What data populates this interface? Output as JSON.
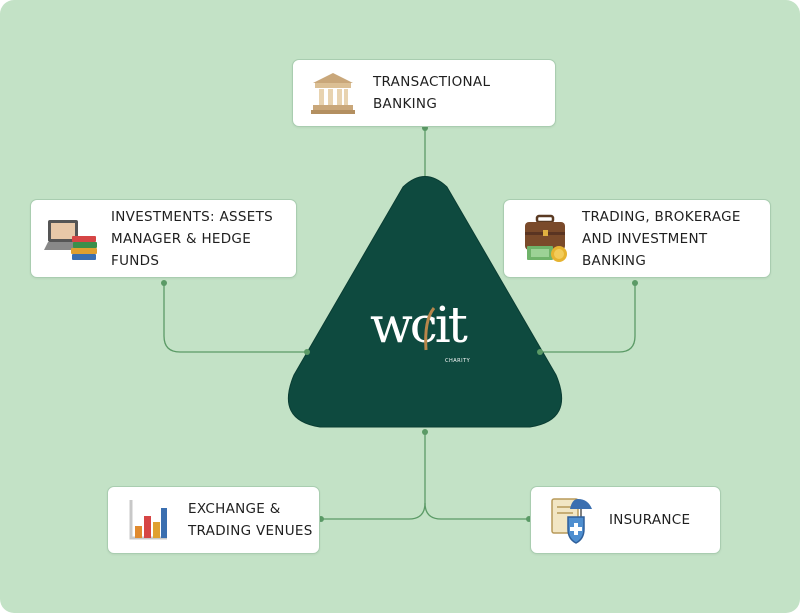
{
  "colors": {
    "background": "#c3e2c6",
    "triangle": "#0e4a3f",
    "connector": "#5b9a66",
    "logo_accent": "#b8864b"
  },
  "logo": {
    "text": "wcit",
    "subtext": "CHARITY"
  },
  "nodes": [
    {
      "id": "transactional",
      "label": "TRANSACTIONAL BANKING",
      "icon": "bank-building-icon"
    },
    {
      "id": "investments",
      "label": "INVESTMENTS: ASSETS\nMANAGER & HEDGE FUNDS",
      "icon": "laptop-books-icon"
    },
    {
      "id": "trading",
      "label": "TRADING, BROKERAGE\nAND INVESTMENT BANKING",
      "icon": "briefcase-money-icon"
    },
    {
      "id": "exchange",
      "label": "EXCHANGE &\nTRADING VENUES",
      "icon": "bar-chart-icon"
    },
    {
      "id": "insurance",
      "label": "INSURANCE",
      "icon": "insurance-shield-icon"
    }
  ]
}
